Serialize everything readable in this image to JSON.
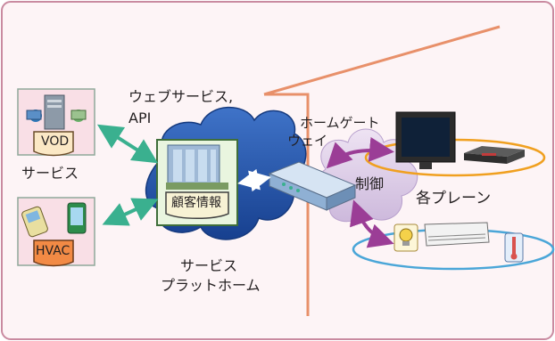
{
  "labels": {
    "web_services": "ウェブサービス,",
    "api": "API",
    "home_gateway_1": "ホームゲート",
    "home_gateway_2": "ウェイ",
    "control": "制御",
    "planes": "各プレーン",
    "services": "サービス",
    "platform_1": "サービス",
    "platform_2": "プラットホーム",
    "vod": "VOD",
    "hvac": "HVAC",
    "customer_info": "顧客情報"
  },
  "colors": {
    "frame_border": "#c98aa0",
    "frame_fill": "#fdf4f6",
    "divider": "#e8906a",
    "cloud_blue": "#1f4fa8",
    "cloud_lavender": "#d9c9e6",
    "green_arrow": "#3ab08f",
    "purple_arrow": "#9b3d96",
    "ellipse_orange": "#f0a020",
    "ellipse_blue": "#4aa6d8",
    "service_box": "#f9dfe6",
    "card_fill": "#e9f5df",
    "card_border": "#3f6e3a",
    "vod_tag": "#fbe8c5",
    "hvac_tag": "#f28a45"
  },
  "icons": [
    "server-icon",
    "phone-icon",
    "building-icon",
    "router-icon",
    "tv-icon",
    "set-top-box-icon",
    "light-bulb-icon",
    "air-conditioner-icon",
    "thermometer-icon"
  ]
}
